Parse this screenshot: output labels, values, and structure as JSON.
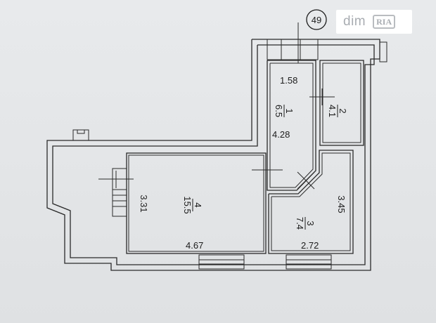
{
  "plan": {
    "building_number": "49",
    "rooms": [
      {
        "number": "1",
        "area": "6.5"
      },
      {
        "number": "2",
        "area": "4.1"
      },
      {
        "number": "3",
        "area": "7.4"
      },
      {
        "number": "4",
        "area": "15.5"
      }
    ],
    "dimensions": {
      "d_top": "1.58",
      "d_corridor_vertical": "4.28",
      "d_room4_height": "3.31",
      "d_room4_width": "4.67",
      "d_room3_height": "3.45",
      "d_room3_width": "2.72"
    }
  },
  "watermark": {
    "brand": "dim",
    "badge": "RIA"
  }
}
